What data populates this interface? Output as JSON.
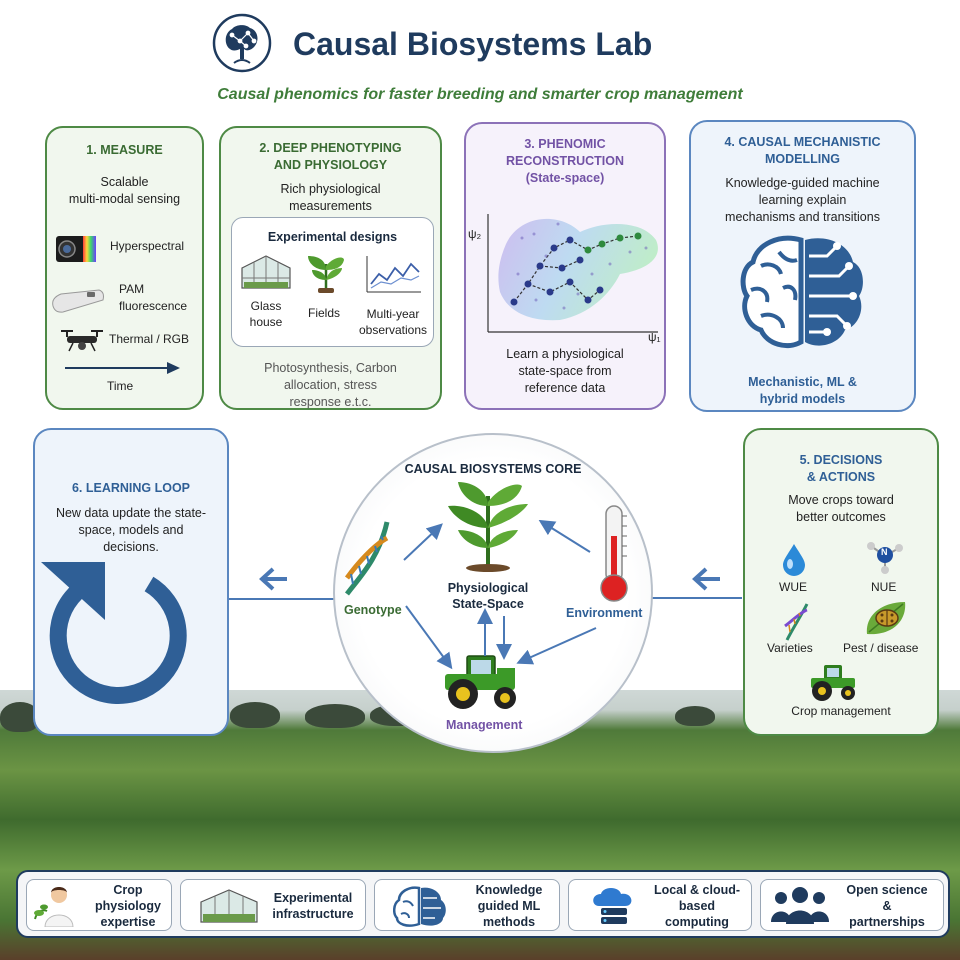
{
  "header": {
    "title": "Causal Biosystems Lab",
    "subtitle": "Causal phenomics for faster breeding and smarter crop management"
  },
  "measure": {
    "title": "1. MEASURE",
    "desc": [
      "Scalable",
      "multi-modal sensing"
    ],
    "items": [
      "Hyperspectral",
      "PAM",
      "fluorescence",
      "Thermal / RGB"
    ],
    "time": "Time"
  },
  "deep": {
    "title": [
      "2. DEEP PHENOTYPING",
      "AND PHYSIOLOGY"
    ],
    "desc": [
      "Rich physiological",
      "measurements"
    ],
    "designs_title": "Experimental designs",
    "designs": {
      "glass": [
        "Glass",
        "house"
      ],
      "fields": "Fields",
      "multi": [
        "Multi-year",
        "observations"
      ]
    },
    "footer": [
      "Photosynthesis, Carbon",
      "allocation, stress",
      "response e.t.c."
    ]
  },
  "phenomic": {
    "title": [
      "3. PHENOMIC",
      "RECONSTRUCTION"
    ],
    "sub": "(State-space)",
    "axis_y": "ψ₂",
    "axis_x": "ψ₁",
    "desc": [
      "Learn a physiological",
      "state-space from",
      "reference data"
    ]
  },
  "causal": {
    "title": [
      "4. CAUSAL MECHANISTIC",
      "MODELLING"
    ],
    "desc": [
      "Knowledge-guided machine",
      "learning explain",
      "mechanisms and transitions"
    ],
    "footer": [
      "Mechanistic, ML &",
      "hybrid models"
    ]
  },
  "learning": {
    "title": "6. LEARNING LOOP",
    "desc": [
      "New data update the state-",
      "space, models and",
      "decisions."
    ]
  },
  "core": {
    "title": "CAUSAL BIOSYSTEMS CORE",
    "center": [
      "Physiological",
      "State-Space"
    ],
    "genotype": "Genotype",
    "environment": "Environment",
    "management": "Management"
  },
  "decisions": {
    "title": [
      "5. DECISIONS",
      "& ACTIONS"
    ],
    "desc": [
      "Move crops toward",
      "better outcomes"
    ],
    "items": {
      "wue": "WUE",
      "nue": "NUE",
      "nue_badge": "N",
      "varieties": "Varieties",
      "pest": "Pest / disease",
      "crop": "Crop management"
    }
  },
  "bottom": [
    {
      "lines": [
        "Crop",
        "physiology",
        "expertise"
      ]
    },
    {
      "lines": [
        "Experimental",
        "infrastructure"
      ]
    },
    {
      "lines": [
        "Knowledge",
        "guided ML",
        "methods"
      ]
    },
    {
      "lines": [
        "Local & cloud-",
        "based",
        "computing"
      ]
    },
    {
      "lines": [
        "Open science",
        "&",
        "partnerships"
      ]
    }
  ],
  "colors": {
    "navy": "#1f3b5e",
    "green": "#3f7d3a",
    "purple": "#7252a5",
    "blue": "#2f5f96",
    "arrow": "#4a78b5"
  }
}
